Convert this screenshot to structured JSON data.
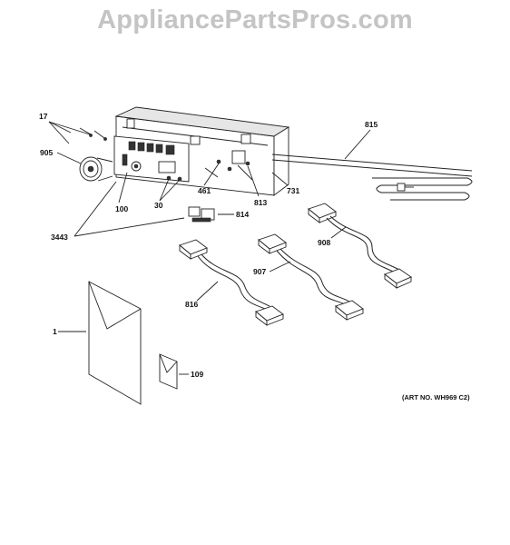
{
  "watermark": "AppliancePartsPros.com",
  "callouts": {
    "c17": "17",
    "c905": "905",
    "c815": "815",
    "c100": "100",
    "c30": "30",
    "c461": "461",
    "c813": "813",
    "c731": "731",
    "c814": "814",
    "c3443": "3443",
    "c908": "908",
    "c907": "907",
    "c816": "816",
    "c1": "1",
    "c109": "109"
  },
  "art_number": "(ART NO. WH969 C2)"
}
